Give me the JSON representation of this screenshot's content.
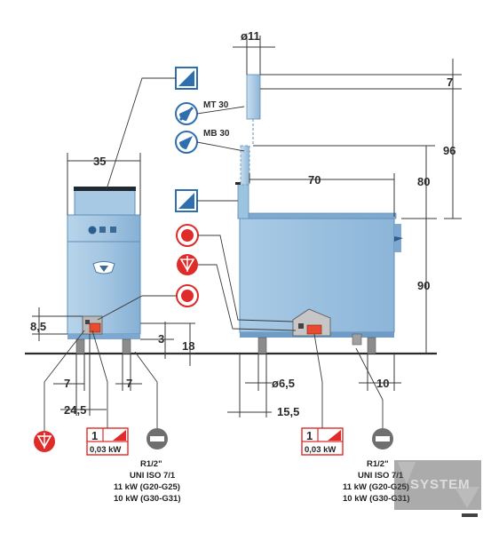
{
  "dimensions": {
    "pipe_diameter": "ø11",
    "top_offset": "7",
    "height_upper": "96",
    "height_mid": "80",
    "depth_top": "70",
    "height_body": "90",
    "width_front": "35",
    "left_small": "8,5",
    "foot_gap": "3",
    "foot_height": "18",
    "front_left_7": "7",
    "front_right_7": "7",
    "front_offset": "24,5",
    "drain_diam": "ø6,5",
    "side_depth": "15,5",
    "side_right": "10"
  },
  "labels": {
    "mt": "MT 30",
    "mb": "MB 30"
  },
  "power_badge": {
    "phase": "1",
    "power": "0,03 kW"
  },
  "gas_connection": {
    "size_left": "R1/2\"",
    "size_right": "R1/2\"",
    "standard": "UNI ISO 7/1",
    "g20": "11 kW (G20-G25)",
    "g30": "10 kW (G30-G31)"
  },
  "watermark": "SYSTEM",
  "colors": {
    "appliance": "#9cc3e0",
    "appliance_dark": "#5e8fb8",
    "icon_red": "#e02b2b",
    "icon_blue": "#2f6fb0",
    "ground": "#2b2b2b"
  }
}
